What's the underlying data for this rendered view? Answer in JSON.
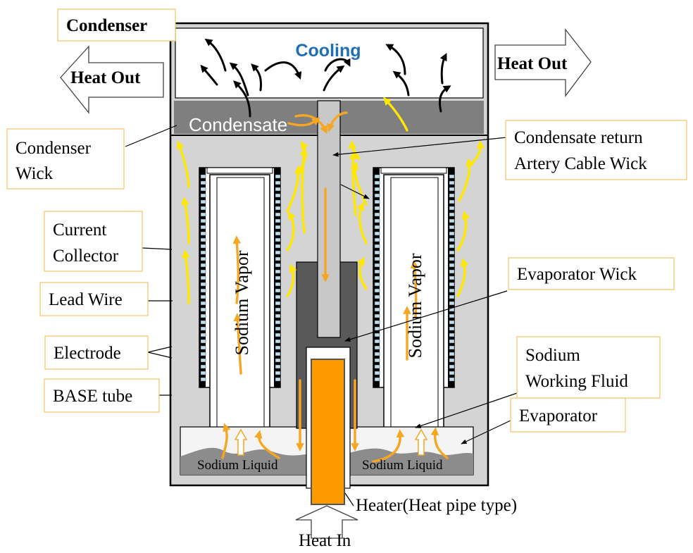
{
  "labels": {
    "condenser": "Condenser",
    "cooling": "Cooling",
    "heat_out_left": "Heat Out",
    "heat_out_right": "Heat Out",
    "condensate": "Condensate",
    "condenser_wick_1": "Condenser",
    "condenser_wick_2": "Wick",
    "condensate_return_1": "Condensate return",
    "condensate_return_2": "Artery Cable Wick",
    "current_collector_1": "Current",
    "current_collector_2": "Collector",
    "lead_wire": "Lead Wire",
    "electrode": "Electrode",
    "base_tube": "BASE tube",
    "evaporator_wick": "Evaporator Wick",
    "sodium_working_fluid_1": "Sodium",
    "sodium_working_fluid_2": "Working Fluid",
    "evaporator": "Evaporator",
    "sodium_vapor_left": "Sodium Vapor",
    "sodium_vapor_right": "Sodium Vapor",
    "sodium_liquid_left": "Sodium Liquid",
    "sodium_liquid_right": "Sodium Liquid",
    "heater": "Heater(Heat pipe type)",
    "heat_in": "Heat In"
  },
  "colors": {
    "vessel_fill": "#d4d4d4",
    "condensate_band": "#7f7f7f",
    "evaporator_wick": "#595959",
    "heater": "#ff9900",
    "vapor_arrow": "#ffff00",
    "liquid_arrow": "#f5a623",
    "cooling_text": "#1f6fb5",
    "label_border": "#f5c566"
  }
}
